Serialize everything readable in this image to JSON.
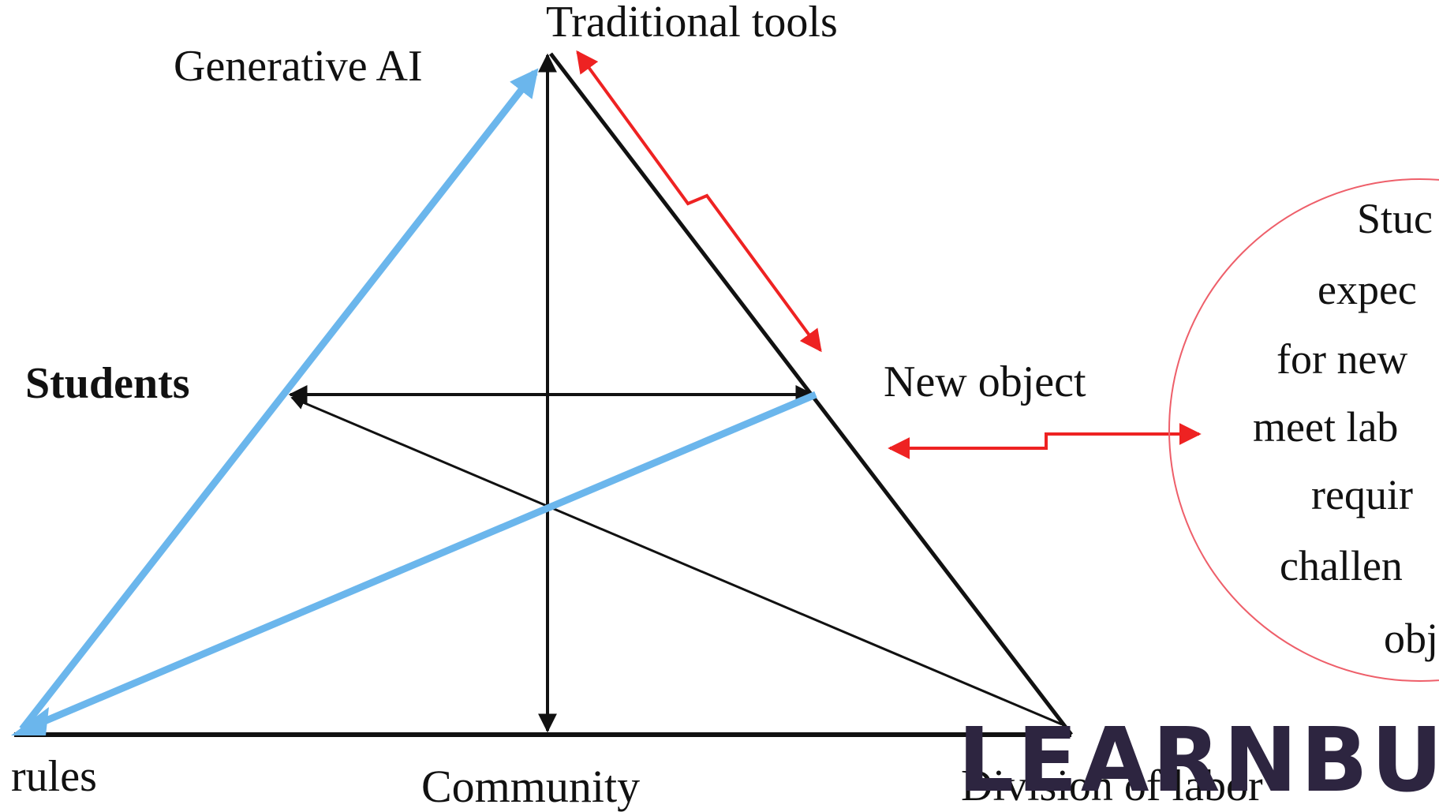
{
  "diagram": {
    "nodes": {
      "traditional_tools": "Traditional tools",
      "generative_ai": "Generative AI",
      "students": "Students",
      "new_object": "New object",
      "rules": "rules",
      "community": "Community",
      "division_of_labor": "Division of labor"
    },
    "circle_lines": [
      "Stuc",
      "expec",
      "for new",
      "meet lab",
      "requir",
      "challen",
      "obj"
    ],
    "colors": {
      "blue": "#6bb6ec",
      "red": "#ee2222",
      "black": "#111111",
      "circle": "#ee5f6a"
    }
  },
  "watermark": {
    "text": "LEARNBU"
  }
}
